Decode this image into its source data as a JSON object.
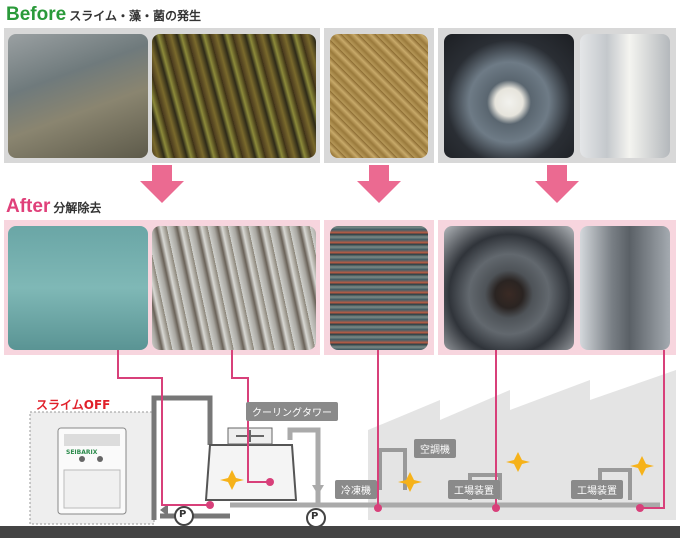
{
  "before": {
    "word": "Before",
    "text": "スライム・藻・菌の発生"
  },
  "after": {
    "word": "After",
    "text": "分解除去"
  },
  "diagram": {
    "slime_off": "スライムOFF",
    "cooling_tower": "クーリングタワー",
    "air_conditioner": "空調機",
    "chiller": "冷凍機",
    "factory_equipment_1": "工場装置",
    "factory_equipment_2": "工場装置",
    "pump_1": "P",
    "pump_2": "P",
    "device_brand": "SEIBARIX"
  },
  "colors": {
    "before_green": "#2a9a3a",
    "after_pink": "#e0407a",
    "line_pink": "#d8407a",
    "arrow_pink": "#e8507e"
  }
}
